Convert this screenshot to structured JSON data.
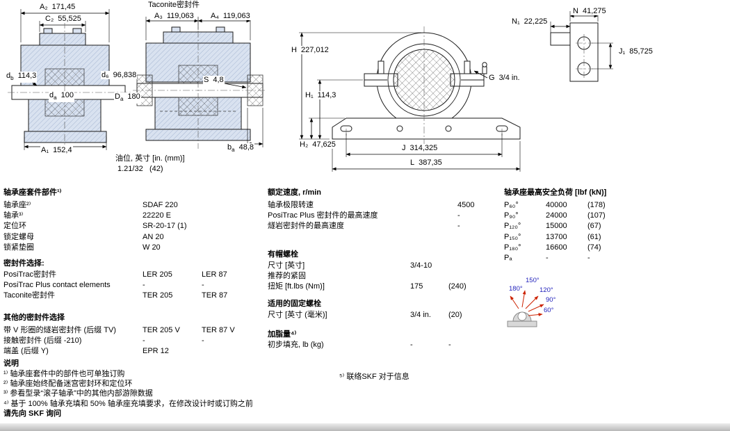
{
  "drawings": {
    "d1": {
      "a2": {
        "name": "A₂",
        "value": "171,45"
      },
      "c2": {
        "name": "C₂",
        "value": "55,525"
      },
      "db": {
        "base": "d",
        "sub": "b",
        "value": "114,3"
      },
      "da": {
        "base": "d",
        "sub": "a",
        "value": "100"
      },
      "a1": {
        "name": "A₁",
        "value": "152,4"
      }
    },
    "d2": {
      "title": "Taconite密封件",
      "a3": {
        "name": "A₃",
        "value": "119,063"
      },
      "a4": {
        "name": "A₄",
        "value": "119,063"
      },
      "d6": {
        "name": "d₆",
        "value": "96,838"
      },
      "Da": {
        "base": "D",
        "sub": "a",
        "value": "180"
      },
      "s": {
        "name": "S",
        "value": "4,8"
      },
      "ba": {
        "base": "b",
        "sub": "a",
        "value": "48,8"
      },
      "oil_label": "油位, 英寸 [in. (mm)]",
      "oil_value_in": "1.21/32",
      "oil_value_mm": "(42)"
    },
    "d3": {
      "h": {
        "name": "H",
        "value": "227,012"
      },
      "h1": {
        "name": "H₁",
        "value": "114,3"
      },
      "h2": {
        "name": "H₂",
        "value": "47,625"
      },
      "g": {
        "name": "G",
        "value": "3/4 in."
      },
      "j": {
        "name": "J",
        "value": "314,325"
      },
      "l": {
        "name": "L",
        "value": "387,35"
      }
    },
    "d4": {
      "n": {
        "name": "N",
        "value": "41,275"
      },
      "n1": {
        "name": "N₁",
        "value": "22,225"
      },
      "j1": {
        "name": "J₁",
        "value": "85,725"
      }
    }
  },
  "parts": {
    "header": "轴承座套件部件¹⁾",
    "rows": [
      {
        "label": "轴承座²⁾",
        "v1": "SDAF 220",
        "v2": ""
      },
      {
        "label": "轴承³⁾",
        "v1": "22220 E",
        "v2": ""
      },
      {
        "label": "定位环",
        "v1": "SR-20-17 (1)",
        "v2": ""
      },
      {
        "label": "锁定螺母",
        "v1": "AN 20",
        "v2": ""
      },
      {
        "label": "锁紧垫圈",
        "v1": "W 20",
        "v2": ""
      }
    ]
  },
  "seals": {
    "header": "密封件选择:",
    "rows": [
      {
        "label": "PosiTrac密封件",
        "v1": "LER 205",
        "v2": "LER 87"
      },
      {
        "label": "PosiTrac Plus contact elements",
        "v1": "-",
        "v2": "-"
      },
      {
        "label": "Taconite密封件",
        "v1": "TER 205",
        "v2": "TER 87"
      }
    ]
  },
  "other_seals": {
    "header": "其他的密封件选择",
    "rows": [
      {
        "label": "带 V 形圈的燧岩密封件 (后缀 TV)",
        "v1": "TER 205 V",
        "v2": "TER 87 V"
      },
      {
        "label": "接触密封件 (后缀 -210)",
        "v1": "-",
        "v2": "-"
      },
      {
        "label": "端盖 (后缀 Y)",
        "v1": "EPR 12",
        "v2": ""
      }
    ]
  },
  "speed": {
    "header": "额定速度, r/min",
    "rows": [
      {
        "label": "轴承极限转速",
        "v1": "4500"
      },
      {
        "label": "PosiTrac Plus 密封件的最高速度",
        "v1": "-"
      },
      {
        "label": "燧岩密封件的最高速度",
        "v1": "-"
      }
    ]
  },
  "cap_bolts": {
    "header": "有帽螺栓",
    "rows": [
      {
        "label": "尺寸 [英寸]",
        "v1": "3/4-10",
        "v2": ""
      },
      {
        "label": "推荐的紧固",
        "v1": "",
        "v2": ""
      },
      {
        "label": "扭矩 [ft.lbs (Nm)]",
        "v1": "175",
        "v2": "(240)"
      }
    ]
  },
  "attach_bolts": {
    "header": "适用的固定螺栓",
    "rows": [
      {
        "label": "尺寸 [英寸 (毫米)]",
        "v1": "3/4 in.",
        "v2": "(20)"
      }
    ]
  },
  "grease": {
    "header": "加脂量⁴⁾",
    "rows": [
      {
        "label": "初步填充, lb (kg)",
        "v1": "-",
        "v2": "-"
      }
    ]
  },
  "loads": {
    "header": "轴承座最高安全负荷 [lbf (kN)]",
    "rows": [
      {
        "label": "P₆₀°",
        "v1": "40000",
        "v2": "(178)"
      },
      {
        "label": "P₉₀°",
        "v1": "24000",
        "v2": "(107)"
      },
      {
        "label": "P₁₂₀°",
        "v1": "15000",
        "v2": "(67)"
      },
      {
        "label": "P₁₅₀°",
        "v1": "13700",
        "v2": "(61)"
      },
      {
        "label": "P₁₈₀°",
        "v1": "16600",
        "v2": "(74)"
      },
      {
        "label": "Pₐ",
        "v1": "-",
        "v2": "-"
      }
    ]
  },
  "angles": {
    "a180": "180°",
    "a150": "150°",
    "a120": "120°",
    "a90": "90°",
    "a60": "60°"
  },
  "notes": {
    "header": "说明",
    "items": [
      "¹⁾ 轴承座套件中的部件也可单独订购",
      "²⁾ 轴承座始终配备迷宫密封环和定位环",
      "³⁾ 参看型录“滚子轴承”中的其他内部游隙数据",
      "⁴⁾ 基于 100% 轴承充填和 50% 轴承座充填要求，在修改设计时或订购之前"
    ],
    "footer": "请先向 SKF 询问",
    "note5": "⁵⁾ 联络SKF 对于信息"
  },
  "colors": {
    "housing_fill": "#d9e2f0",
    "angle_text": "#2222bb",
    "angle_arrow": "#cc2200"
  }
}
